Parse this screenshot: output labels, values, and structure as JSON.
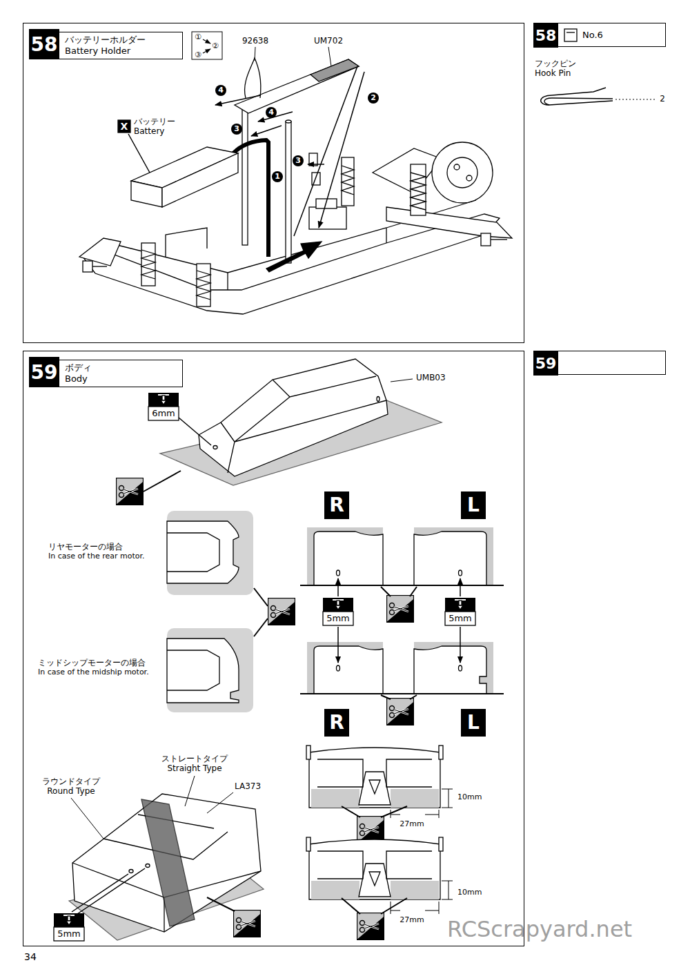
{
  "diagram": {
    "nodes": [
      {
        "text": [
          "58",
          "バッテリーホルダー Battery Holder"
        ]
      },
      {
        "text": [
          "58",
          "No.6"
        ]
      },
      {
        "text": [
          "59",
          "ボディ Body"
        ]
      },
      {
        "text": [
          "59"
        ]
      }
    ],
    "labels": [
      "①",
      "②",
      "③",
      "92638",
      "UM702",
      "4",
      "2",
      "4",
      "3",
      "3",
      "1",
      "X",
      "バッテリー Battery",
      "フックピン Hook Pin",
      "2",
      "UMB03",
      "6mm",
      "リヤモーターの場合 In case of the rear motor.",
      "ミッドシップモーターの場合 In case of the midship motor.",
      "R",
      "L",
      "5mm",
      "5mm",
      "R",
      "L",
      "ストレートタイプ Straight Type",
      "LA373",
      "ラウンドタイプ Round Type",
      "5mm",
      "10mm",
      "27mm",
      "10mm",
      "27mm",
      "34",
      "RCScrapyard.net"
    ]
  }
}
